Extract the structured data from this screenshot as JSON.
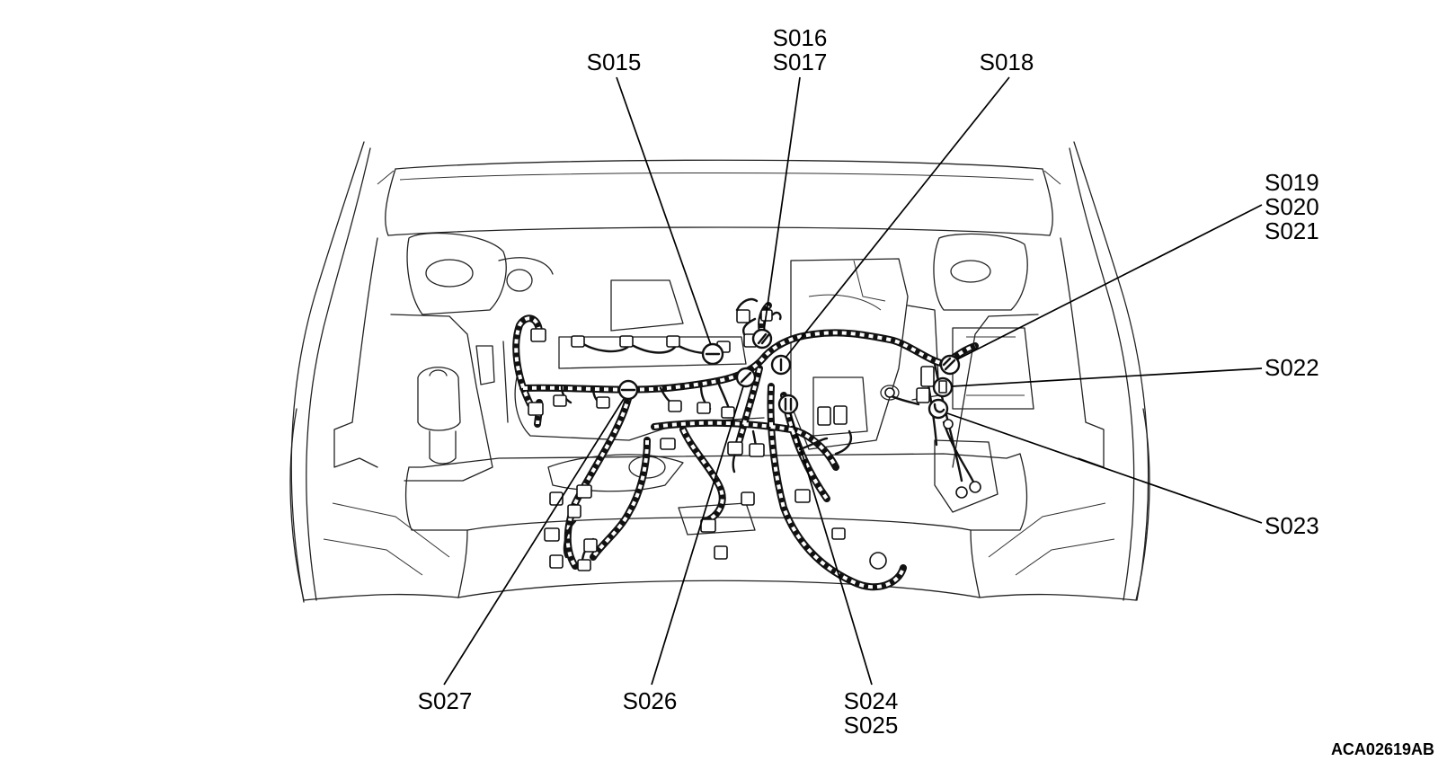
{
  "labels": {
    "s015": "S015",
    "s016": "S016",
    "s017": "S017",
    "s018": "S018",
    "s019": "S019",
    "s020": "S020",
    "s021": "S021",
    "s022": "S022",
    "s023": "S023",
    "s024": "S024",
    "s025": "S025",
    "s026": "S026",
    "s027": "S027"
  },
  "figure_code": "ACA02619AB",
  "colors": {
    "line": "#111111",
    "background": "#ffffff"
  }
}
